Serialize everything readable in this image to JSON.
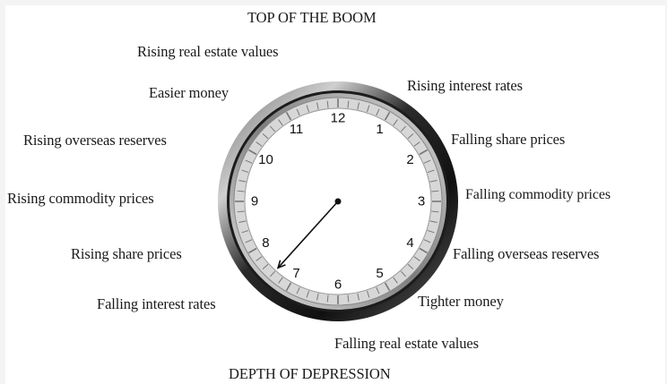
{
  "diagram": {
    "top_title": "TOP OF THE BOOM",
    "bottom_title": "DEPTH OF DEPRESSION",
    "labels": {
      "rising_real_estate": "Rising real estate values",
      "easier_money": "Easier money",
      "rising_overseas_reserves": "Rising overseas reserves",
      "rising_commodity_prices": "Rising commodity prices",
      "rising_share_prices": "Rising share prices",
      "falling_interest_rates": "Falling interest rates",
      "rising_interest_rates": "Rising interest rates",
      "falling_share_prices": "Falling share prices",
      "falling_commodity_prices": "Falling commodity prices",
      "falling_overseas_reserves": "Falling overseas reserves",
      "tighter_money": "Tighter money",
      "falling_real_estate": "Falling real estate values"
    },
    "clock": {
      "numerals": [
        "12",
        "1",
        "2",
        "3",
        "4",
        "5",
        "6",
        "7",
        "8",
        "9",
        "10",
        "11"
      ],
      "hand_pointing_to_hour": 7.4
    }
  }
}
